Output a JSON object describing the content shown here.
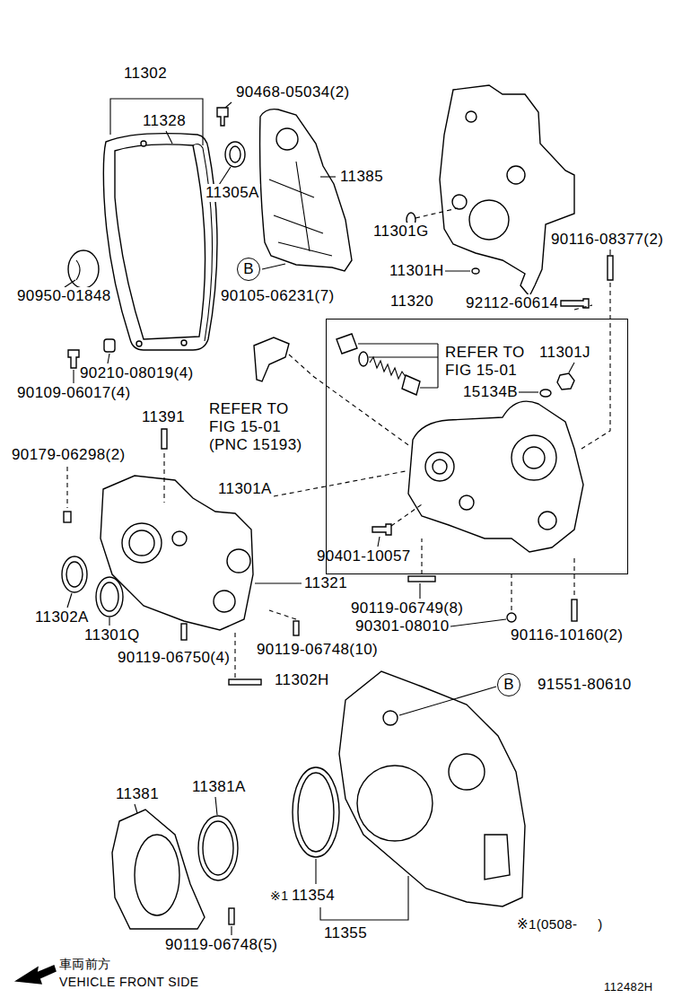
{
  "diagram": {
    "nodes": [
      {
        "text": [
          "B"
        ]
      },
      {
        "text": [
          "11320"
        ]
      },
      {
        "text": [
          "B"
        ]
      }
    ],
    "labels": [
      "11302",
      "11328",
      "90468-05034(2)",
      "11305A",
      "11385",
      "11301G",
      "90116-08377(2)",
      "90950-01848",
      "90105-06231(7)",
      "11301H",
      "92112-60614",
      "REFER TO FIG 15-01",
      "11301J",
      "15134B",
      "90210-08019(4)",
      "90109-06017(4)",
      "REFER TO FIG 15-01 (PNC 15193)",
      "11391",
      "90179-06298(2)",
      "11301A",
      "90401-10057",
      "11321",
      "90119-06749(8)",
      "11302A",
      "11301Q",
      "90301-08010",
      "90116-10160(2)",
      "90119-06748(10)",
      "90119-06750(4)",
      "11302H",
      "91551-80610",
      "11381",
      "11381A",
      "※1",
      "11354",
      "11355",
      "※1(0508-     )",
      "90119-06748(5)",
      "車両前方",
      "VEHICLE FRONT SIDE",
      "112482H"
    ]
  }
}
